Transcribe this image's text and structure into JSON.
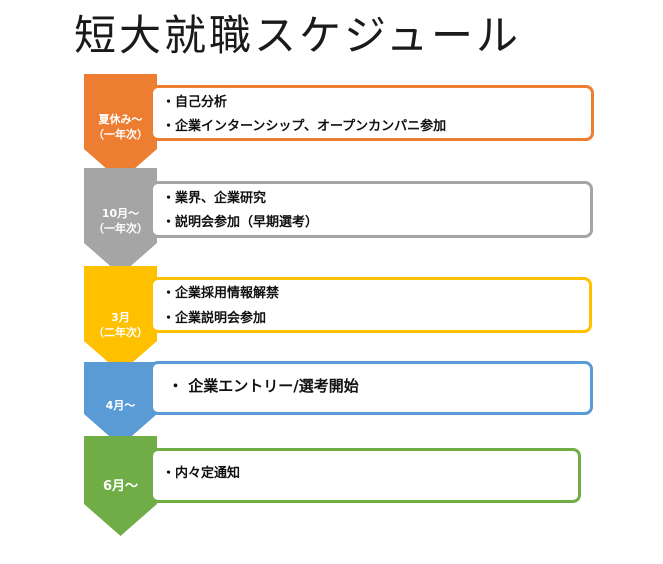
{
  "title": "短大就職スケジュール",
  "colors": {
    "orange": "#ED7D31",
    "gray": "#A5A5A5",
    "yellow": "#FFC000",
    "blue": "#5B9BD5",
    "green": "#70AD47"
  },
  "steps": [
    {
      "label_line1": "夏休み～",
      "label_line2": "（一年次）",
      "items": [
        "・自己分析",
        "・企業インターンシップ、オープンカンパニ参加"
      ]
    },
    {
      "label_line1": "10月～",
      "label_line2": "（一年次）",
      "items": [
        "・業界、企業研究",
        "・説明会参加（早期選考）"
      ]
    },
    {
      "label_line1": "3月",
      "label_line2": "（二年次）",
      "items": [
        "・企業採用情報解禁",
        "・企業説明会参加"
      ]
    },
    {
      "label_line1": "4月～",
      "items": [
        "・ 企業エントリー/選考開始"
      ]
    },
    {
      "label_line1": "6月～",
      "items": [
        "・内々定通知"
      ]
    }
  ]
}
